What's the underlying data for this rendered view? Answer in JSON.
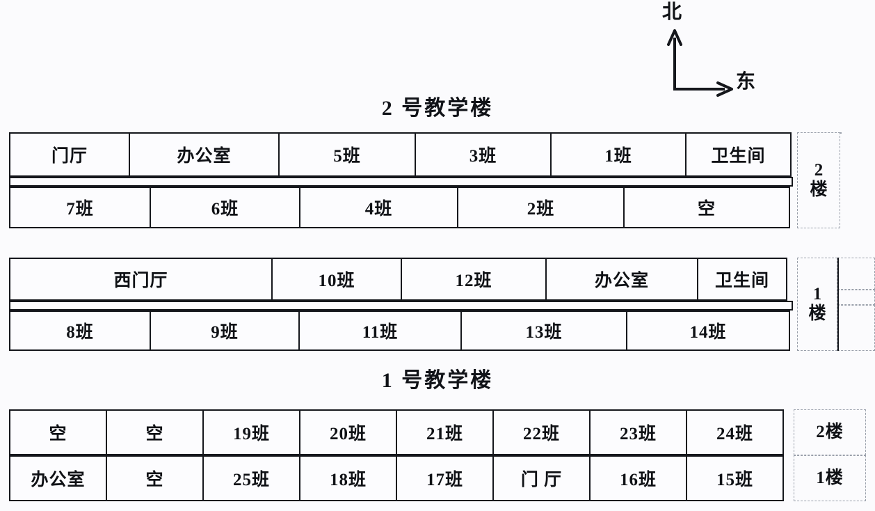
{
  "compass": {
    "north_label": "北",
    "east_label": "东",
    "north_icon": "arrow-up-icon",
    "east_icon": "arrow-right-icon"
  },
  "buildings": [
    {
      "id": "building-2",
      "title": "2 号教学楼",
      "floors": [
        {
          "id": "b2-floor-2",
          "label_line1": "2",
          "label_line2": "楼",
          "north_row": [
            {
              "label": "门厅"
            },
            {
              "label": "办公室"
            },
            {
              "label": "5班"
            },
            {
              "label": "3班"
            },
            {
              "label": "1班"
            },
            {
              "label": "卫生间"
            }
          ],
          "south_row": [
            {
              "label": "7班"
            },
            {
              "label": "6班"
            },
            {
              "label": "4班"
            },
            {
              "label": "2班"
            },
            {
              "label": "空"
            }
          ]
        },
        {
          "id": "b2-floor-1",
          "label_line1": "1",
          "label_line2": "楼",
          "north_row": [
            {
              "label": "西门厅"
            },
            {
              "label": "10班"
            },
            {
              "label": "12班"
            },
            {
              "label": "办公室"
            },
            {
              "label": "卫生间"
            }
          ],
          "south_row": [
            {
              "label": "8班"
            },
            {
              "label": "9班"
            },
            {
              "label": "11班"
            },
            {
              "label": "13班"
            },
            {
              "label": "14班"
            }
          ]
        }
      ]
    },
    {
      "id": "building-1",
      "title": "1 号教学楼",
      "grid": {
        "floor2": {
          "tag": "2楼",
          "cells": [
            {
              "label": "空"
            },
            {
              "label": "空"
            },
            {
              "label": "19班"
            },
            {
              "label": "20班"
            },
            {
              "label": "21班"
            },
            {
              "label": "22班"
            },
            {
              "label": "23班"
            },
            {
              "label": "24班"
            }
          ]
        },
        "floor1": {
          "tag": "1楼",
          "cells": [
            {
              "label": "办公室"
            },
            {
              "label": "空"
            },
            {
              "label": "25班"
            },
            {
              "label": "18班"
            },
            {
              "label": "17班"
            },
            {
              "label": "门 厅"
            },
            {
              "label": "16班"
            },
            {
              "label": "15班"
            }
          ]
        }
      }
    }
  ],
  "colors": {
    "ink": "#15171c",
    "paper": "#fbfbfd",
    "cell_fill": "#fcfcfe",
    "dash": "#9aa0ab"
  }
}
